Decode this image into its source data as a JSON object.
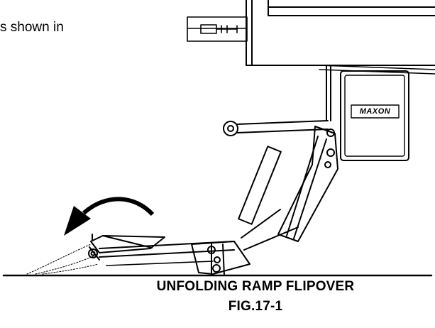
{
  "intro_text": "s shown in",
  "brand_label": "MAXON",
  "caption": {
    "title": "UNFOLDING RAMP FLIPOVER",
    "figure": "FIG.17-1"
  },
  "colors": {
    "ink": "#000000",
    "background": "#ffffff"
  },
  "icons": {
    "arrow": "curved-arrow-left"
  }
}
